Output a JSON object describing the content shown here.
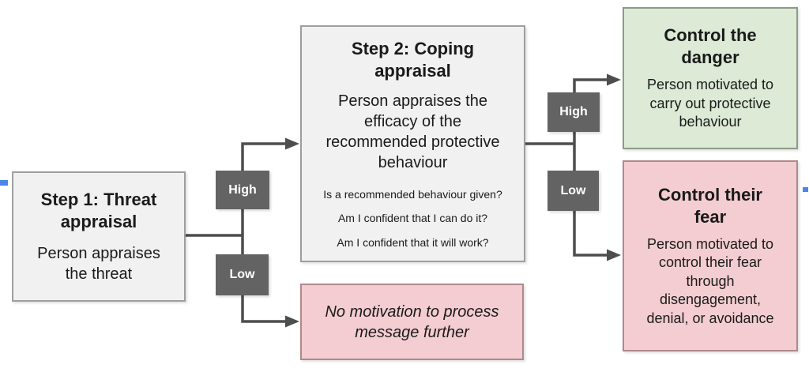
{
  "colors": {
    "gray_fill": "#f1f1f1",
    "gray_border": "#9e9e9e",
    "green_fill": "#dcead6",
    "green_border": "#8b9c86",
    "pink_fill": "#f3cdd1",
    "pink_border": "#b0888b",
    "label_fill": "#636363",
    "label_text": "#ffffff",
    "line_color": "#4d4d4d",
    "handle_color": "#4a86e8"
  },
  "diagram": {
    "step1": {
      "title": "Step 1: Threat appraisal",
      "body": "Person appraises the threat"
    },
    "branch1": {
      "high": "High",
      "low": "Low"
    },
    "step2": {
      "title": "Step 2: Coping appraisal",
      "body": "Person appraises the efficacy of the recommended protective behaviour",
      "questions": [
        "Is a recommended behaviour given?",
        "Am I confident that I can do it?",
        "Am I confident that it will work?"
      ]
    },
    "no_motivation": {
      "body": "No motivation to process message further"
    },
    "branch2": {
      "high": "High",
      "low": "Low"
    },
    "control_danger": {
      "title": "Control the danger",
      "body": "Person motivated to carry out protective behaviour"
    },
    "control_fear": {
      "title": "Control their fear",
      "body": "Person motivated to control their fear through disengagement, denial, or avoidance"
    }
  }
}
